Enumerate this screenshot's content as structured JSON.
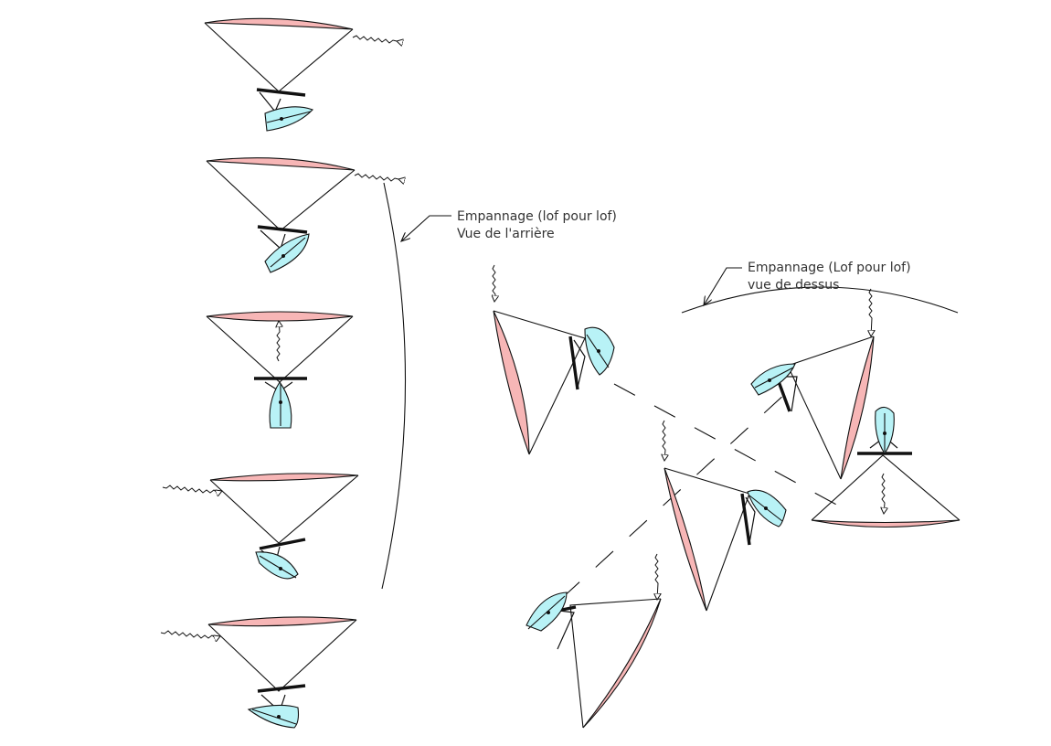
{
  "annotations": {
    "rear_view": {
      "line1": "Empannage (lof pour lof)",
      "line2": "Vue de l'arrière"
    },
    "top_view": {
      "line1": "Empannage (Lof pour lof)",
      "line2": "vue de dessus"
    }
  },
  "colors": {
    "sail": "#f7b6b6",
    "hull": "#b8f2f6",
    "line": "#111111",
    "text": "#333333"
  }
}
